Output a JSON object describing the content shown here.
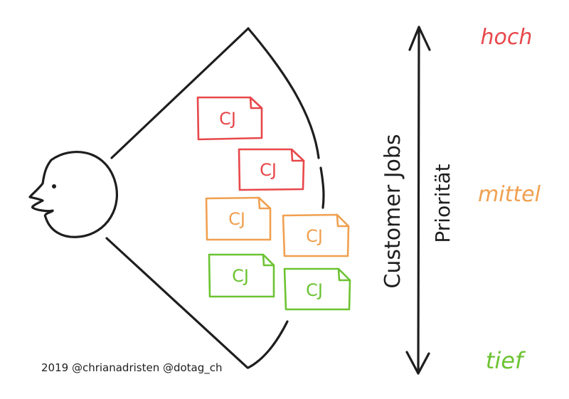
{
  "levels": {
    "high": "hoch",
    "medium": "mittel",
    "low": "tief"
  },
  "axis": {
    "label_jobs": "Customer Jobs",
    "label_priority": "Priorität"
  },
  "job_card_label": "CJ",
  "job_cards": [
    {
      "label": "CJ",
      "priority": "high"
    },
    {
      "label": "CJ",
      "priority": "high"
    },
    {
      "label": "CJ",
      "priority": "medium"
    },
    {
      "label": "CJ",
      "priority": "medium"
    },
    {
      "label": "CJ",
      "priority": "low"
    },
    {
      "label": "CJ",
      "priority": "low"
    }
  ],
  "colors": {
    "high": "#e8474a",
    "medium": "#f0a050",
    "low": "#6cc332",
    "ink": "#1e1e1e"
  },
  "credit": "2019 @chrianadristen @dotag_ch"
}
